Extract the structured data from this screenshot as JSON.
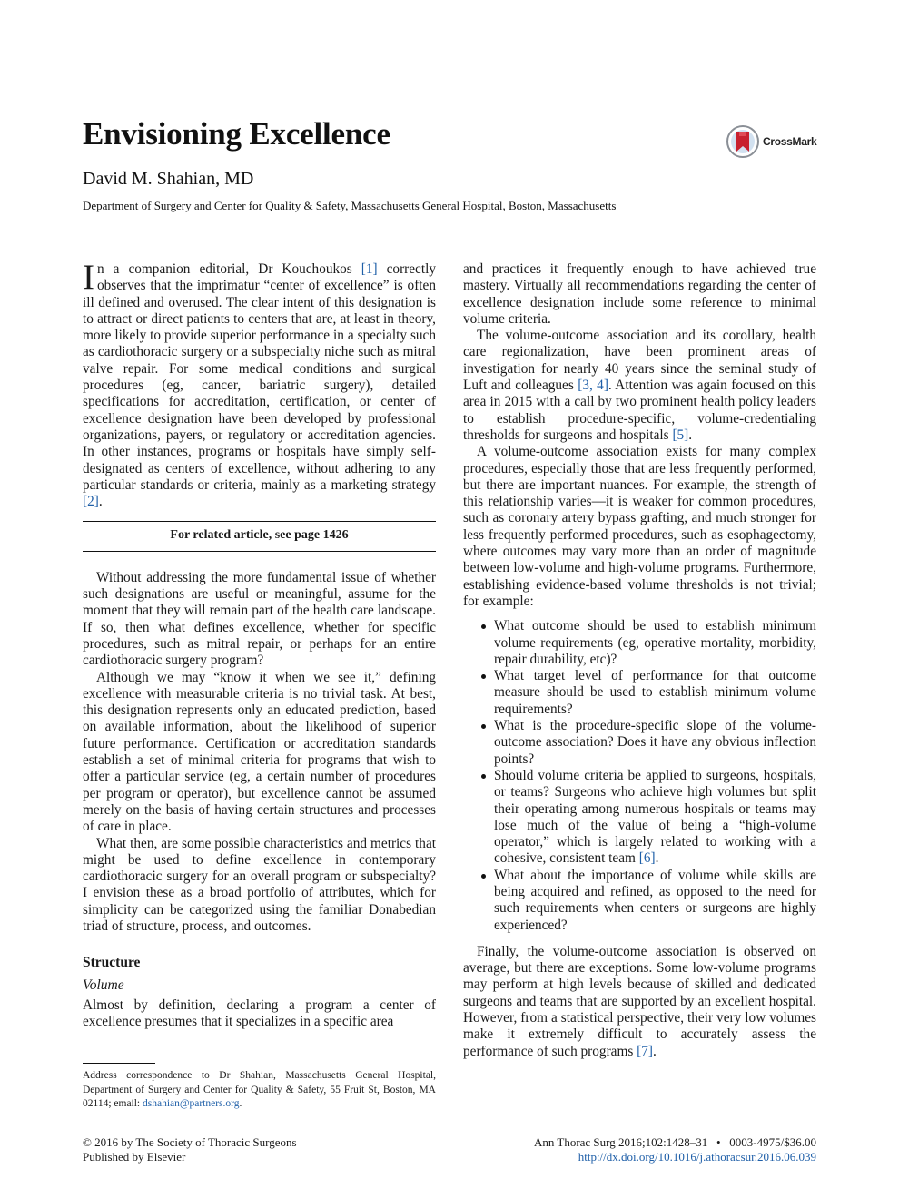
{
  "header": {
    "title": "Envisioning Excellence",
    "author": "David M. Shahian, MD",
    "affiliation": "Department of Surgery and Center for Quality & Safety, Massachusetts General Hospital, Boston, Massachusetts",
    "crossmark_label": "CrossMark"
  },
  "left_column": {
    "intro": {
      "dropcap": "I",
      "t1": "n a companion editorial, Dr Kouchoukos ",
      "r1": "[1]",
      "t2": " correctly observes that the imprimatur “center of excellence” is often ill defined and overused. The clear intent of this designation is to attract or direct patients to centers that are, at least in theory, more likely to provide superior performance in a specialty such as cardiothoracic surgery or a subspecialty niche such as mitral valve repair. For some medical conditions and surgical procedures (eg, cancer, bariatric surgery), detailed specifications for accreditation, certification, or center of excellence designation have been developed by professional organizations, payers, or regulatory or accreditation agencies. In other instances, programs or hospitals have simply self-designated as centers of excellence, without adhering to any particular standards or criteria, mainly as a marketing strategy ",
      "r2": "[2]",
      "t3": "."
    },
    "related_article": "For related article, see page 1426",
    "p2": "Without addressing the more fundamental issue of whether such designations are useful or meaningful, assume for the moment that they will remain part of the health care landscape. If so, then what defines excellence, whether for specific procedures, such as mitral repair, or perhaps for an entire cardiothoracic surgery program?",
    "p3": "Although we may “know it when we see it,” defining excellence with measurable criteria is no trivial task. At best, this designation represents only an educated prediction, based on available information, about the likelihood of superior future performance. Certification or accreditation standards establish a set of minimal criteria for programs that wish to offer a particular service (eg, a certain number of procedures per program or operator), but excellence cannot be assumed merely on the basis of having certain structures and processes of care in place.",
    "p4": "What then, are some possible characteristics and metrics that might be used to define excellence in contemporary cardiothoracic surgery for an overall program or subspecialty? I envision these as a broad portfolio of attributes, which for simplicity can be categorized using the familiar Donabedian triad of structure, process, and outcomes.",
    "section_heading": "Structure",
    "subsection_heading": "Volume",
    "p5": "Almost by definition, declaring a program a center of excellence presumes that it specializes in a specific area"
  },
  "footnote": {
    "text": "Address correspondence to Dr Shahian, Massachusetts General Hospital, Department of Surgery and Center for Quality & Safety, 55 Fruit St, Boston, MA  02114; email: ",
    "email": "dshahian@partners.org",
    "end": "."
  },
  "right_column": {
    "p1": "and practices it frequently enough to have achieved true mastery. Virtually all recommendations regarding the center of excellence designation include some reference to minimal volume criteria.",
    "p2": {
      "t1": "The volume-outcome association and its corollary, health care regionalization, have been prominent areas of investigation for nearly 40 years since the seminal study of Luft and colleagues ",
      "r1": "[3, 4]",
      "t2": ". Attention was again focused on this area in 2015 with a call by two prominent health policy leaders to establish procedure-specific, volume-credentialing thresholds for surgeons and hospitals ",
      "r2": "[5]",
      "t3": "."
    },
    "p3": "A volume-outcome association exists for many complex procedures, especially those that are less frequently performed, but there are important nuances. For example, the strength of this relationship varies—it is weaker for common procedures, such as coronary artery bypass grafting, and much stronger for less frequently performed procedures, such as esophagectomy, where outcomes may vary more than an order of magnitude between low-volume and high-volume programs. Furthermore, establishing evidence-based volume thresholds is not trivial; for example:",
    "bullets": [
      "What outcome should be used to establish minimum volume requirements (eg, operative mortality, morbidity, repair durability, etc)?",
      "What target level of performance for that outcome measure should be used to establish minimum volume requirements?",
      "What is the procedure-specific slope of the volume-outcome association? Does it have any obvious inflection points?",
      "Should volume criteria be applied to surgeons, hospitals, or teams? Surgeons who achieve high volumes but split their operating among numerous hospitals or teams may lose much of the value of being a “high-volume operator,” which is largely related to working with a cohesive, consistent team ",
      "What about the importance of volume while skills are being acquired and refined, as opposed to the need for such requirements when centers or surgeons are highly experienced?"
    ],
    "bullet4_ref": "[6]",
    "bullet4_end": ".",
    "p4": {
      "t1": "Finally, the volume-outcome association is observed on average, but there are exceptions. Some low-volume programs may perform at high levels because of skilled and dedicated surgeons and teams that are supported by an excellent hospital. However, from a statistical perspective, their very low volumes make it extremely difficult to accurately assess the performance of such programs ",
      "r1": "[7]",
      "t2": "."
    }
  },
  "footer": {
    "copyright": "© 2016 by The Society of Thoracic Surgeons",
    "publisher": "Published by Elsevier",
    "citation": "Ann Thorac Surg 2016;102:1428–31",
    "separator": "•",
    "issn": "0003-4975/$36.00",
    "doi": "http://dx.doi.org/10.1016/j.athoracsur.2016.06.039"
  },
  "colors": {
    "link": "#1f5fa8",
    "crossmark_red": "#c8202e",
    "crossmark_gray": "#8a8f96"
  }
}
